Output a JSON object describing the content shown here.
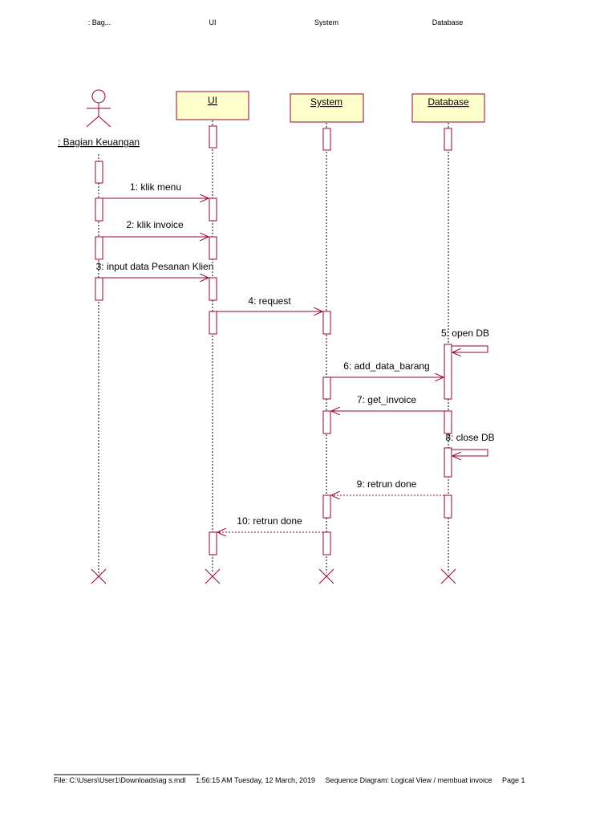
{
  "page_header": {
    "col1": ": Bag...",
    "col2": "UI",
    "col3": "System",
    "col4": "Database"
  },
  "diagram": {
    "actor_label": ": Bagian Keuangan",
    "objects": {
      "ui": "UI",
      "system": "System",
      "database": "Database"
    },
    "messages": {
      "m1": "1: klik menu",
      "m2": "2: klik invoice",
      "m3": "3: input data Pesanan Klien",
      "m4": "4: request",
      "m5": "5: open DB",
      "m6": "6: add_data_barang",
      "m7": "7: get_invoice",
      "m8": "8: close DB",
      "m9": "9: retrun done",
      "m10": "10: retrun done"
    },
    "colors": {
      "line": "#990033",
      "object_fill": "#ffffcc"
    }
  },
  "footer": {
    "file": "File: C:\\Users\\User1\\Downloads\\ag s.mdl",
    "time": "1:56:15 AM Tuesday, 12 March, 2019",
    "title": "Sequence Diagram: Logical View / membuat invoice",
    "page": "Page 1"
  }
}
